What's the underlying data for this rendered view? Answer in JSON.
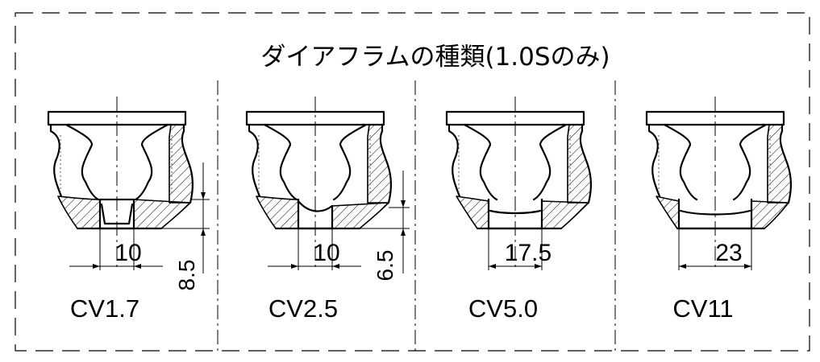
{
  "title": "ダイアフラムの種類(1.0Sのみ)",
  "variants": [
    {
      "name": "CV1.7",
      "width_dim": "10",
      "depth_dim": "8.5"
    },
    {
      "name": "CV2.5",
      "width_dim": "10",
      "depth_dim": "6.5"
    },
    {
      "name": "CV5.0",
      "width_dim": "17.5",
      "depth_dim": ""
    },
    {
      "name": "CV11",
      "width_dim": "23",
      "depth_dim": ""
    }
  ]
}
